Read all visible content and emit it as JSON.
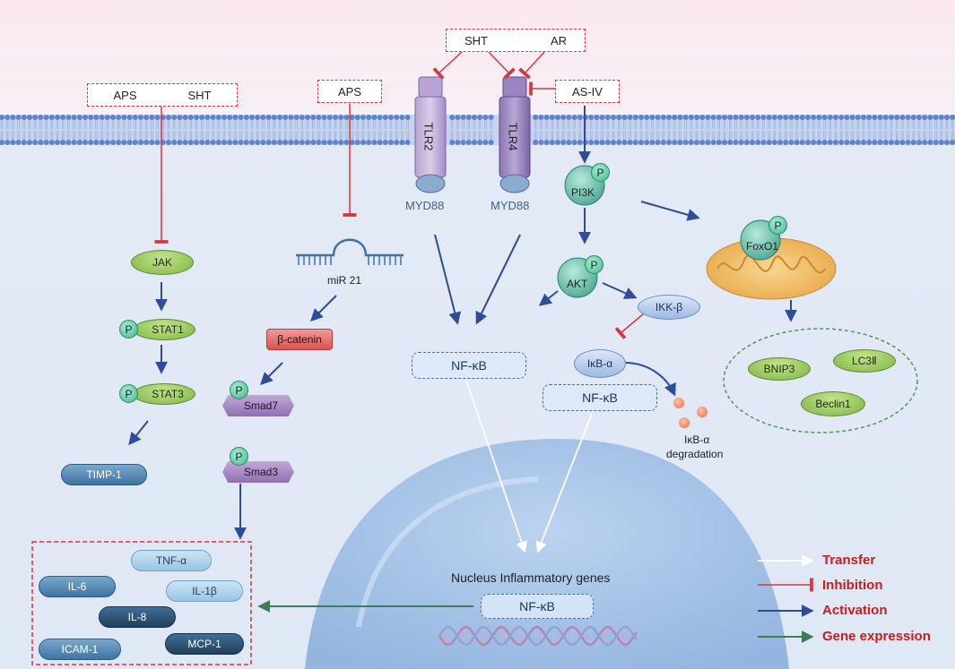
{
  "stimuli": {
    "jak_box": [
      "APS",
      "SHT"
    ],
    "mir_box": [
      "APS"
    ],
    "tlr_box_top": [
      "SHT",
      "AR"
    ],
    "asiv_box": [
      "AS-IV"
    ]
  },
  "receptors": {
    "tlr2": "TLR2",
    "tlr4": "TLR4",
    "myd88_left": "MYD88",
    "myd88_right": "MYD88"
  },
  "jak_pathway": {
    "jak": "JAK",
    "stat1": "STAT1",
    "stat3": "STAT3",
    "timp1": "TIMP-1"
  },
  "mir_pathway": {
    "mir": "miR 21",
    "bcatenin": "β-catenin",
    "smad7": "Smad7",
    "smad3": "Smad3"
  },
  "pi3k_pathway": {
    "pi3k": "PI3K",
    "akt": "AKT",
    "ikkb": "IKK-β",
    "ikba": "IκB-α",
    "foxo1": "FoxO1",
    "degradation_line1": "IκB-α",
    "degradation_line2": "degradation"
  },
  "autophagy": {
    "bnip3": "BNIP3",
    "lc3": "LC3Ⅱ",
    "beclin1": "Beclin1"
  },
  "nfkb": {
    "cytoplasm": "NF-κB",
    "complex": "NF-κB",
    "nucleus": "NF-κB"
  },
  "nucleus": {
    "title": "Nucleus Inflammatory genes"
  },
  "genes": {
    "tnfa": "TNF-α",
    "il6": "IL-6",
    "il1b": "IL-1β",
    "il8": "IL-8",
    "icam1": "ICAM-1",
    "mcp1": "MCP-1"
  },
  "phospho": "P",
  "legend": {
    "transfer": "Transfer",
    "inhibition": "Inhibition",
    "activation": "Activation",
    "gene_expression": "Gene expression"
  },
  "colors": {
    "inhibition": "#d9363e",
    "activation": "#2f4b9a",
    "transfer": "#ffffff",
    "gene_expression": "#3f7d5a",
    "membrane": "#6a8ccf"
  }
}
